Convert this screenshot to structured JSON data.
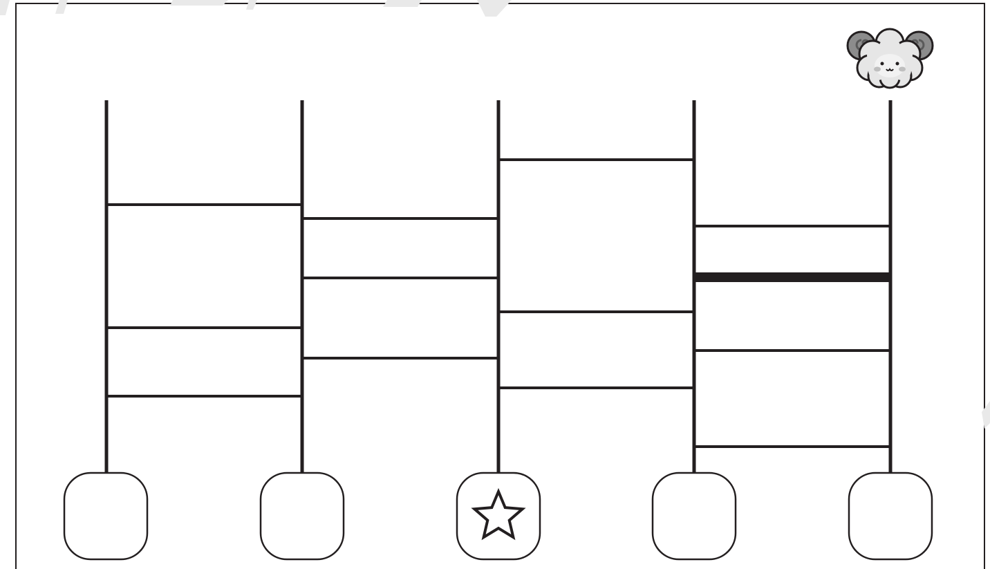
{
  "game": {
    "type": "amidakuji-ladder",
    "lanes": 5,
    "rungs": [
      {
        "between": [
          1,
          2
        ],
        "level": 1
      },
      {
        "between": [
          1,
          2
        ],
        "level": 2
      },
      {
        "between": [
          1,
          2
        ],
        "level": 3
      },
      {
        "between": [
          2,
          3
        ],
        "level": 1
      },
      {
        "between": [
          2,
          3
        ],
        "level": 2
      },
      {
        "between": [
          2,
          3
        ],
        "level": 3
      },
      {
        "between": [
          3,
          4
        ],
        "level": 1
      },
      {
        "between": [
          3,
          4
        ],
        "level": 2
      },
      {
        "between": [
          3,
          4
        ],
        "level": 3
      },
      {
        "between": [
          4,
          5
        ],
        "level": 1
      },
      {
        "between": [
          4,
          5
        ],
        "level": 2
      },
      {
        "between": [
          4,
          5
        ],
        "level": 3
      },
      {
        "between": [
          4,
          5
        ],
        "level": 4
      }
    ],
    "start_icon": "sheep-icon",
    "goal_icon": "star-icon",
    "goal_lane": 3,
    "colors": {
      "line": "#231f20",
      "sheep_wool": "#e6e6e6",
      "sheep_horn": "#8c8c8c"
    }
  }
}
